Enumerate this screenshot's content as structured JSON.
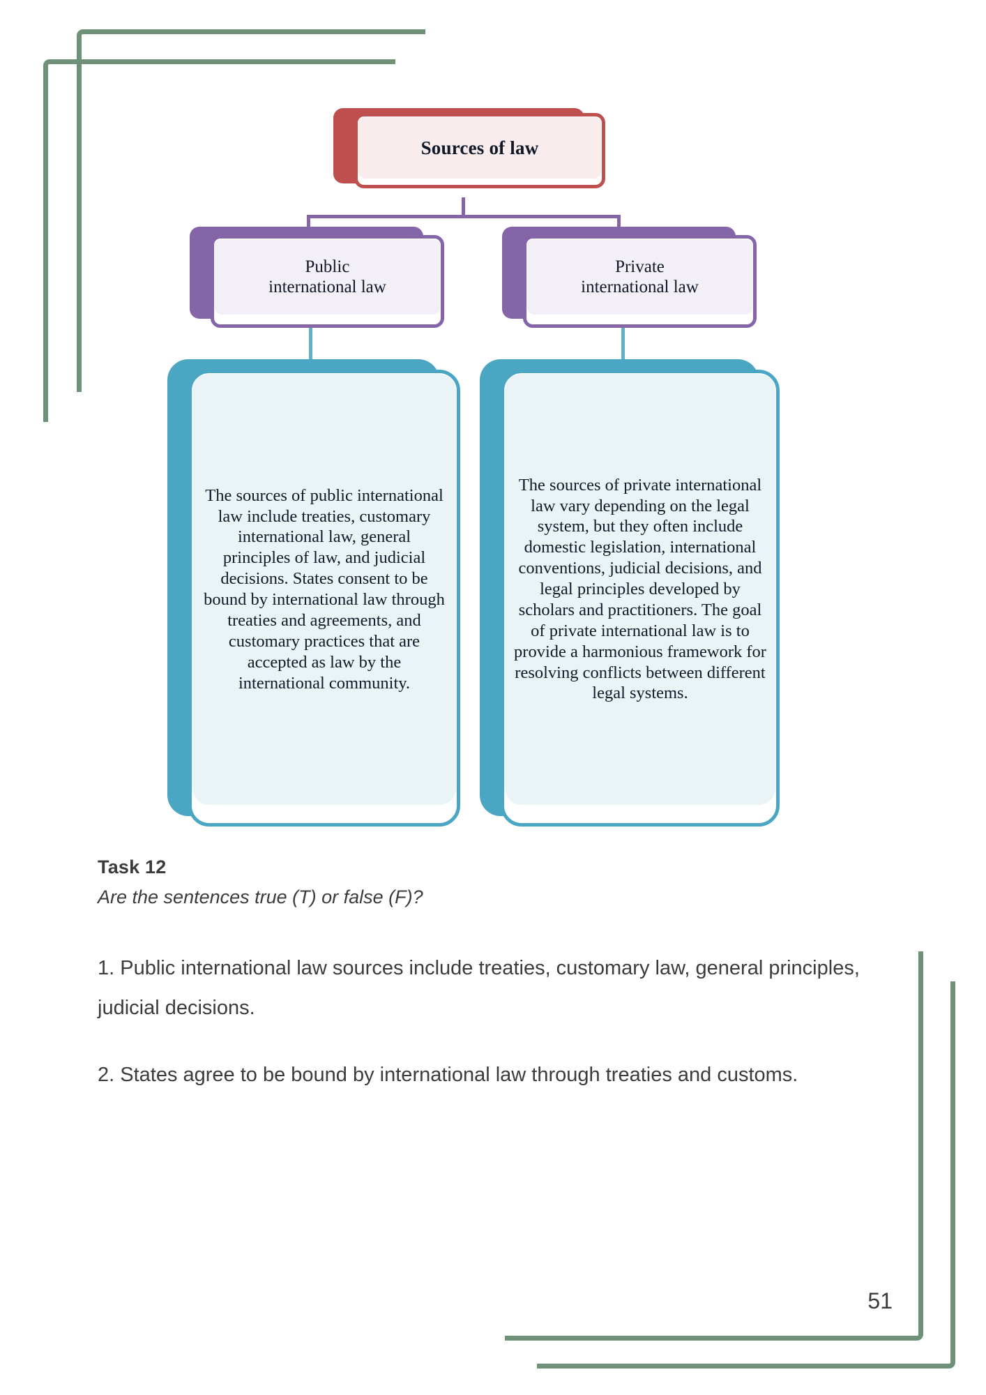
{
  "page": {
    "number": "51",
    "accent_green": "#6F9178",
    "accent_red": "#BF4E4E",
    "accent_purple": "#8465A8",
    "accent_teal": "#4BA6C4"
  },
  "diagram": {
    "title": "Sources of law",
    "branches": [
      {
        "label": "Public\ninternational law",
        "body": "The sources of public international law include treaties, customary international law, general principles of law, and judicial decisions. States consent to be bound by international law through treaties and agreements, and customary practices that are accepted as law by the international community."
      },
      {
        "label": "Private\ninternational law",
        "body": "The sources of private international law vary depending on the legal system, but they often include domestic legislation, international conventions, judicial decisions, and legal principles developed by scholars and practitioners. The goal of private international law is to provide a harmonious framework for resolving conflicts between different legal systems."
      }
    ]
  },
  "task": {
    "heading": "Task 12",
    "prompt": "Are the sentences true (T) or false (F)?",
    "statements": [
      "1. Public international law sources include treaties, customary law, general principles, judicial decisions.",
      "2. States agree to be bound by international law through treaties and customs."
    ]
  }
}
